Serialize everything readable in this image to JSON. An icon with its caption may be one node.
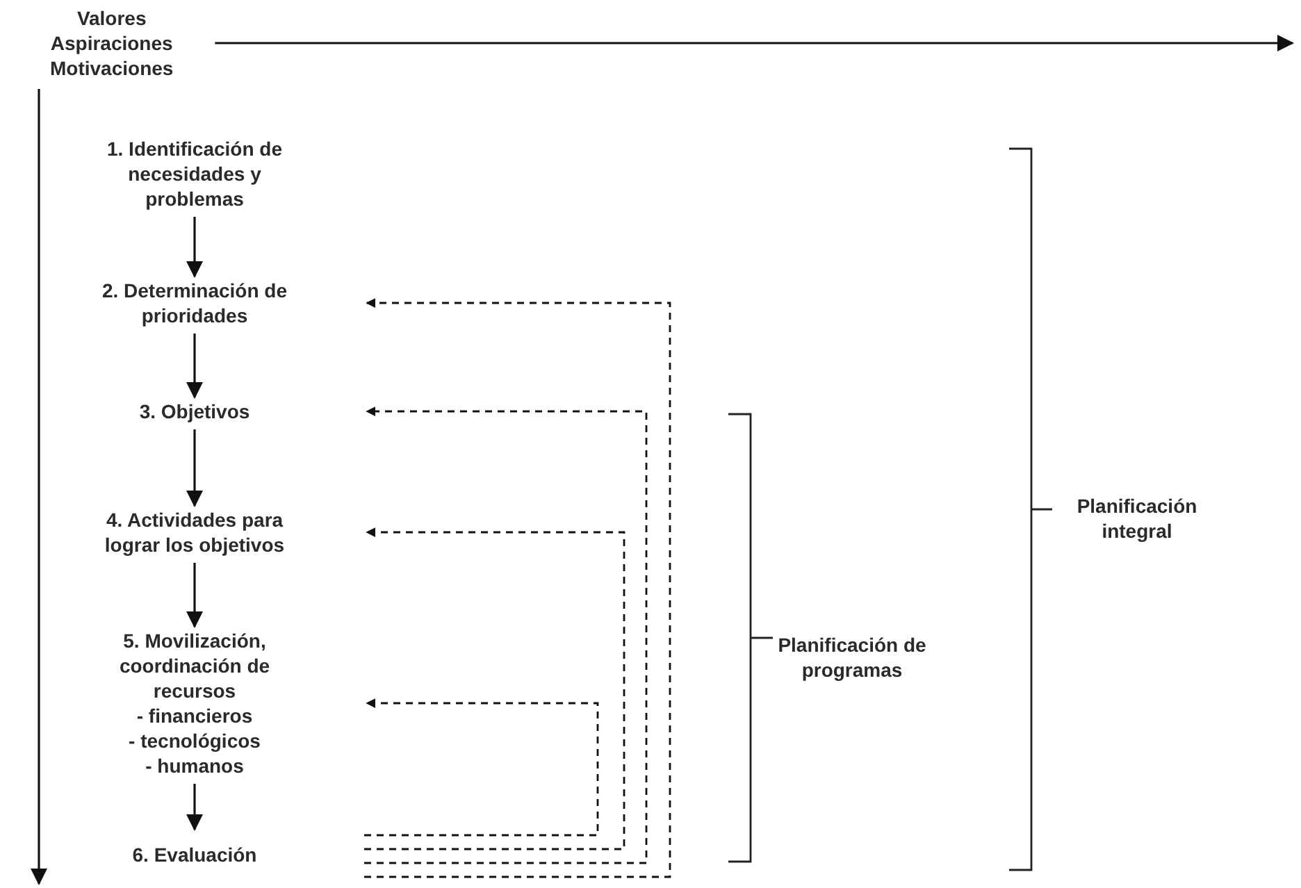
{
  "diagram": {
    "nodes": [
      {
        "text": [
          "Valores",
          "Aspiraciones",
          "Motivaciones"
        ]
      },
      {
        "text": [
          "1. Identificación de necesidades y problemas"
        ]
      },
      {
        "text": [
          "2. Determinación de prioridades"
        ]
      },
      {
        "text": [
          "3. Objetivos"
        ]
      },
      {
        "text": [
          "4. Actividades para lograr los objetivos"
        ]
      },
      {
        "text": [
          "5. Movilización, coordinación de recursos",
          "- financieros",
          "- tecnológicos",
          "- humanos"
        ]
      },
      {
        "text": [
          "6. Evaluación"
        ]
      }
    ],
    "edges": [
      {
        "from": 0,
        "to": null,
        "arrow": "to"
      },
      {
        "from": 0,
        "to": null,
        "arrow": "to"
      },
      {
        "from": 1,
        "to": 2,
        "arrow": "to"
      },
      {
        "from": 2,
        "to": 3,
        "arrow": "to"
      },
      {
        "from": 3,
        "to": 4,
        "arrow": "to"
      },
      {
        "from": 4,
        "to": 5,
        "arrow": "to"
      },
      {
        "from": 5,
        "to": 6,
        "arrow": "to"
      },
      {
        "from": 6,
        "to": 2,
        "arrow": "to",
        "style": "dashed"
      },
      {
        "from": 6,
        "to": 3,
        "arrow": "to",
        "style": "dashed"
      },
      {
        "from": 6,
        "to": 4,
        "arrow": "to",
        "style": "dashed"
      },
      {
        "from": 6,
        "to": 5,
        "arrow": "to",
        "style": "dashed"
      }
    ],
    "labels": [
      "Planificación de programas",
      "Planificación integral"
    ]
  }
}
